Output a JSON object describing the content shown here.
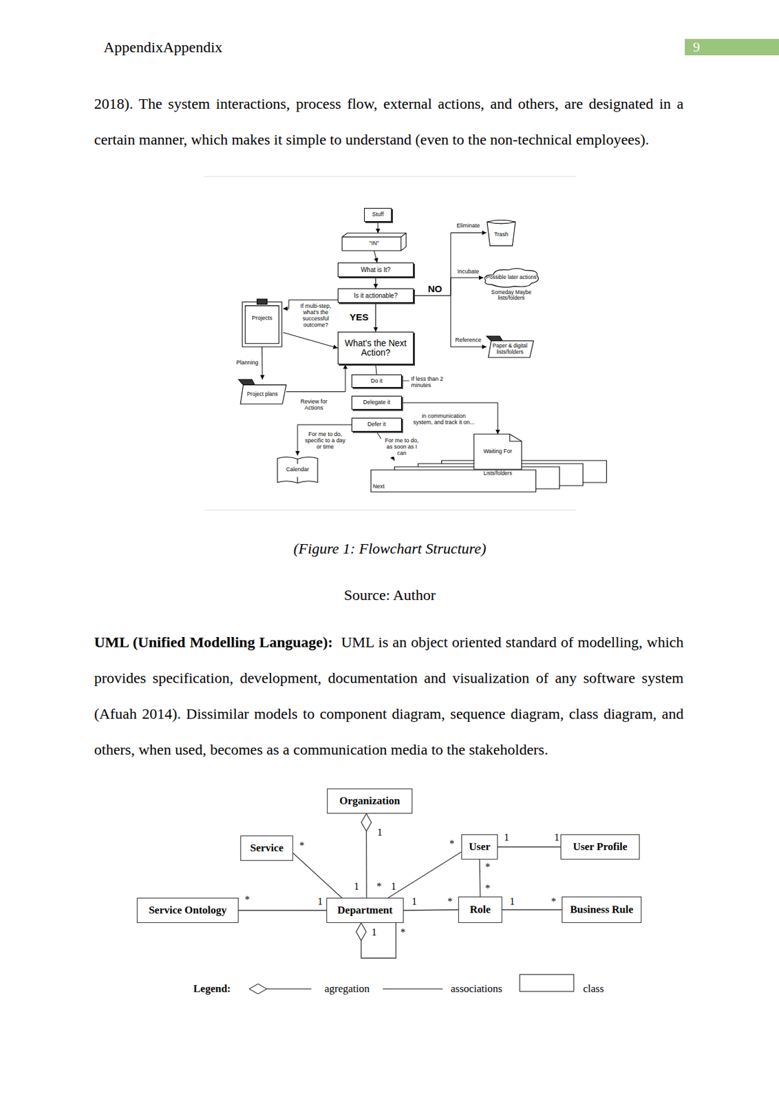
{
  "diagram": {
    "caption": "(Figure 1: Flowchart Structure)",
    "nodes": [
      {
        "text": [
          "Stuff"
        ]
      },
      {
        "text": [
          "\"IN\""
        ]
      },
      {
        "text": [
          "What is It?"
        ]
      },
      {
        "text": [
          "Is it  actionable?"
        ]
      },
      {
        "text": [
          "Trash"
        ]
      },
      {
        "text": [
          "Possible later actions",
          "Someday Maybe lists/folders"
        ]
      },
      {
        "text": [
          "Paper & digital lists/folders"
        ]
      },
      {
        "text": [
          "Projects"
        ]
      },
      {
        "text": [
          "What's the Next Action?"
        ]
      },
      {
        "text": [
          "Project plans"
        ]
      },
      {
        "text": [
          "Do it"
        ]
      },
      {
        "text": [
          "Delegate it"
        ]
      },
      {
        "text": [
          "Defer it"
        ]
      },
      {
        "text": [
          "Calendar"
        ]
      },
      {
        "text": [
          "Next"
        ]
      },
      {
        "text": [
          "Waiting For",
          "Lists/folders"
        ]
      },
      {
        "text": [
          "Organization"
        ]
      },
      {
        "text": [
          "Service"
        ]
      },
      {
        "text": [
          "User"
        ]
      },
      {
        "text": [
          "User Profile"
        ]
      },
      {
        "text": [
          "Service Ontology"
        ]
      },
      {
        "text": [
          "Department"
        ]
      },
      {
        "text": [
          "Role"
        ]
      },
      {
        "text": [
          "Business Rule"
        ]
      }
    ],
    "edges": [
      {
        "from": 0,
        "to": 1,
        "arrow": "to"
      },
      {
        "from": 1,
        "to": 2,
        "arrow": "to"
      },
      {
        "from": 2,
        "to": 3,
        "arrow": "to"
      },
      {
        "from": 3,
        "to": 4,
        "label": "Eliminate",
        "arrow": "to"
      },
      {
        "from": 3,
        "to": 5,
        "label": "Incubate",
        "arrow": "to"
      },
      {
        "from": 3,
        "to": 6,
        "label": "Reference",
        "arrow": "to"
      },
      {
        "from": 3,
        "to": 8,
        "label": "YES",
        "arrow": "to"
      },
      {
        "from": 3,
        "to": 7,
        "label": "If multi-step, what's the successful outcome?",
        "arrow": "to"
      },
      {
        "from": 7,
        "to": 8,
        "arrow": "to"
      },
      {
        "from": 7,
        "to": 9,
        "label": "Planning",
        "arrow": "to"
      },
      {
        "from": 9,
        "to": 8,
        "label": "Review for Actions",
        "arrow": "to"
      },
      {
        "from": 8,
        "to": 10,
        "arrow": "none"
      },
      {
        "from": 11,
        "to": 15,
        "label": "in communication system, and track it on...",
        "arrow": "to"
      },
      {
        "from": 12,
        "to": 13,
        "label": "For me to do, specific to a day or time",
        "arrow": "to"
      },
      {
        "from": 12,
        "to": 14,
        "label": "For me to do, as soon as I can",
        "arrow": "to"
      },
      {
        "from": 16,
        "to": 21,
        "arrow": "none"
      },
      {
        "from": 17,
        "to": 21,
        "arrow": "none"
      },
      {
        "from": 18,
        "to": 21,
        "arrow": "none"
      },
      {
        "from": 18,
        "to": 19,
        "arrow": "none"
      },
      {
        "from": 18,
        "to": 22,
        "arrow": "none"
      },
      {
        "from": 20,
        "to": 21,
        "arrow": "none"
      },
      {
        "from": 21,
        "to": 22,
        "arrow": "none"
      },
      {
        "from": 22,
        "to": 23,
        "arrow": "none"
      },
      {
        "from": 21,
        "to": 21,
        "arrow": "none"
      }
    ],
    "labels": [
      "AppendixAppendix",
      "9",
      "2018). The system interactions, process flow, external actions, and others, are designated in a certain manner, which makes it simple to understand (even to the non-technical employees).",
      "NO",
      "If less than 2 minutes",
      "Source: Author",
      "UML (Unified Modelling Language):",
      "UML is an object oriented standard of modelling, which provides specification, development, documentation and visualization of any software system (Afuah 2014). Dissimilar models to component diagram, sequence diagram, class diagram, and others, when used, becomes as a communication media to the stakeholders.",
      "1",
      "*",
      "*",
      "1",
      "1",
      "*",
      "1",
      "*",
      "1",
      "*",
      "*",
      "1",
      "1",
      "*",
      "1",
      "*",
      "1",
      "*",
      "Legend:"
    ],
    "legend": [
      {
        "text": "agregation"
      },
      {
        "text": "associations"
      },
      {
        "text": "class"
      }
    ]
  }
}
